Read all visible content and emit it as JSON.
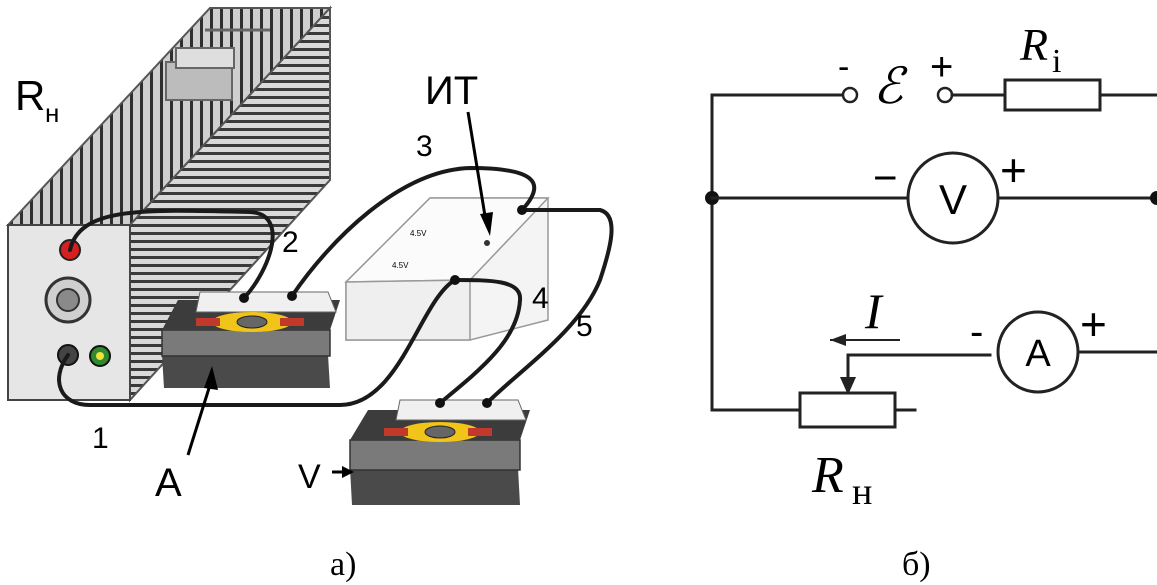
{
  "panel_a": {
    "caption": "а)",
    "labels": {
      "resistor": "R",
      "resistor_sub": "н",
      "source": "ИТ",
      "ammeter": "A",
      "voltmeter": "V",
      "wire1": "1",
      "wire2": "2",
      "wire3": "3",
      "wire4": "4",
      "wire5": "5"
    },
    "source_marks": [
      "4.5V",
      "4.5V"
    ]
  },
  "panel_b": {
    "caption": "б)",
    "emf_symbol": "ℰ",
    "emf_minus": "-",
    "emf_plus": "+",
    "internal_resistance": "R",
    "internal_resistance_sub": "i",
    "voltmeter_symbol": "V",
    "voltmeter_minus": "−",
    "voltmeter_plus": "+",
    "ammeter_symbol": "A",
    "ammeter_minus": "-",
    "ammeter_plus": "+",
    "current_symbol": "I",
    "load_resistance": "R",
    "load_resistance_sub": "н"
  },
  "colors": {
    "red_terminal": "#d42020",
    "green_terminal": "#2e8a2e",
    "meter_yellow": "#f0c419",
    "meter_red": "#c0392b"
  }
}
